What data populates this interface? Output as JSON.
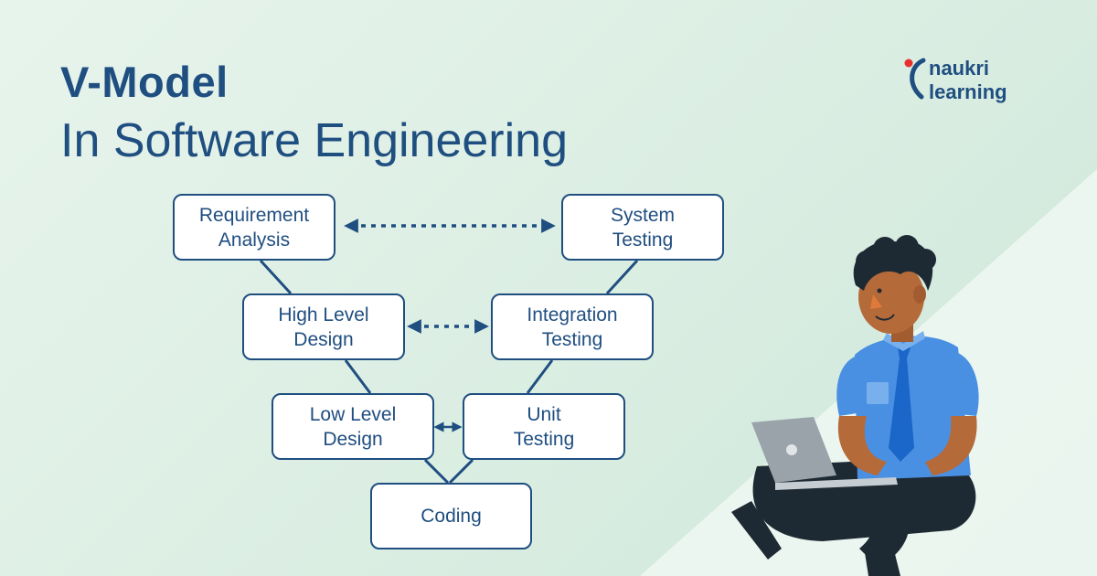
{
  "title": {
    "line1": "V-Model",
    "line2": "In Software Engineering"
  },
  "logo": {
    "line1": "naukri",
    "line2": "learning"
  },
  "diagram": {
    "nodes": {
      "requirement_analysis": "Requirement\nAnalysis",
      "system_testing": "System\nTesting",
      "high_level_design": "High Level\nDesign",
      "integration_testing": "Integration\nTesting",
      "low_level_design": "Low Level\nDesign",
      "unit_testing": "Unit\nTesting",
      "coding": "Coding"
    }
  },
  "colors": {
    "primary": "#1f4e80",
    "background": "#e3f2e9",
    "logo_accent": "#e8312f",
    "shirt": "#4a90e2",
    "tie": "#1a66c9",
    "skin": "#b56a3a",
    "trousers": "#1e2a33"
  }
}
